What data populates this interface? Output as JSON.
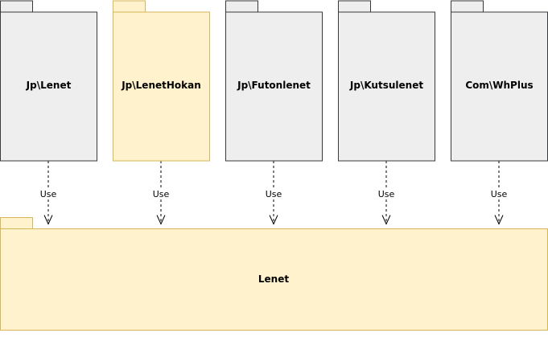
{
  "colors": {
    "default_fill": "#eeeeee",
    "default_stroke": "#36393d",
    "highlight_fill": "#fff2cc",
    "highlight_stroke": "#d6b656",
    "edge": "#000000"
  },
  "packages": [
    {
      "id": "jp-lenet",
      "label": "Jp\\Lenet",
      "style": "default"
    },
    {
      "id": "jp-lenethokan",
      "label": "Jp\\LenetHokan",
      "style": "highlight"
    },
    {
      "id": "jp-futonlenet",
      "label": "Jp\\Futonlenet",
      "style": "default"
    },
    {
      "id": "jp-kutsulenet",
      "label": "Jp\\Kutsulenet",
      "style": "default"
    },
    {
      "id": "com-whplus",
      "label": "Com\\WhPlus",
      "style": "default"
    }
  ],
  "target_package": {
    "id": "lenet",
    "label": "Lenet",
    "style": "highlight"
  },
  "dependencies": [
    {
      "from": "jp-lenet",
      "to": "lenet",
      "label": "Use"
    },
    {
      "from": "jp-lenethokan",
      "to": "lenet",
      "label": "Use"
    },
    {
      "from": "jp-futonlenet",
      "to": "lenet",
      "label": "Use"
    },
    {
      "from": "jp-kutsulenet",
      "to": "lenet",
      "label": "Use"
    },
    {
      "from": "com-whplus",
      "to": "lenet",
      "label": "Use"
    }
  ]
}
